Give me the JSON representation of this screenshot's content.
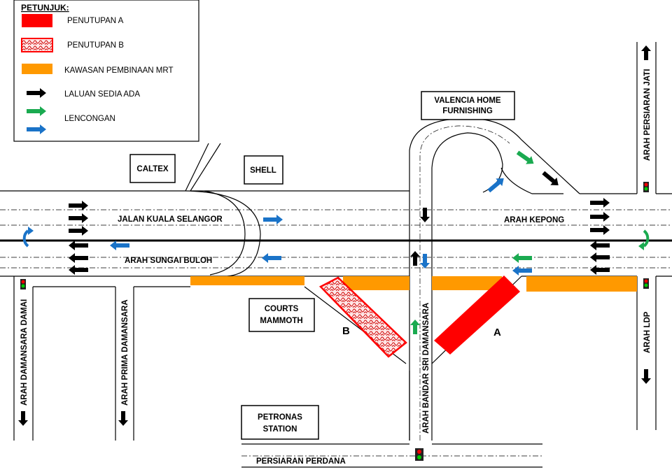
{
  "legend": {
    "title": "PETUNJUK:",
    "items": [
      {
        "key": "closure_a",
        "label": "PENUTUPAN A",
        "color": "#ff0000"
      },
      {
        "key": "closure_b",
        "label": "PENUTUPAN B",
        "color": "#ff0000"
      },
      {
        "key": "mrt_zone",
        "label": "KAWASAN PEMBINAAN MRT",
        "color": "#ff9900"
      },
      {
        "key": "existing_route",
        "label": "LALUAN SEDIA ADA",
        "color": "#000000"
      },
      {
        "key": "diversion_green",
        "label": "LENCONGAN",
        "color": "#1aaa50"
      },
      {
        "key": "diversion_blue",
        "label": "",
        "color": "#1a73c8"
      }
    ]
  },
  "landmarks": {
    "caltex": "CALTEX",
    "shell": "SHELL",
    "valencia": [
      "VALENCIA HOME",
      "FURNISHING"
    ],
    "courts": [
      "COURTS",
      "MAMMOTH"
    ],
    "petronas": [
      "PETRONAS",
      "STATION"
    ]
  },
  "roads": {
    "jalan_kuala_selangor": "JALAN KUALA SELANGOR",
    "arah_sungai_buloh": "ARAH SUNGAI BULOH",
    "arah_kepong": "ARAH KEPONG",
    "arah_persiaran_jati": "ARAH PERSIARAN JATI",
    "arah_ldp": "ARAH LDP",
    "arah_damansara_damai": "ARAH DAMANSARA DAMAI",
    "arah_prima_damansara": "ARAH PRIMA DAMANSARA",
    "arah_bandar_sri_damansara": "ARAH BANDAR SRI DAMANSARA",
    "persiaran_perdana": "PERSIARAN PERDANA"
  },
  "closures": {
    "a": "A",
    "b": "B"
  },
  "colors": {
    "closure_red": "#ff0000",
    "mrt_orange": "#ff9900",
    "existing_black": "#000000",
    "diversion_green": "#1aaa50",
    "diversion_blue": "#1a73c8"
  }
}
